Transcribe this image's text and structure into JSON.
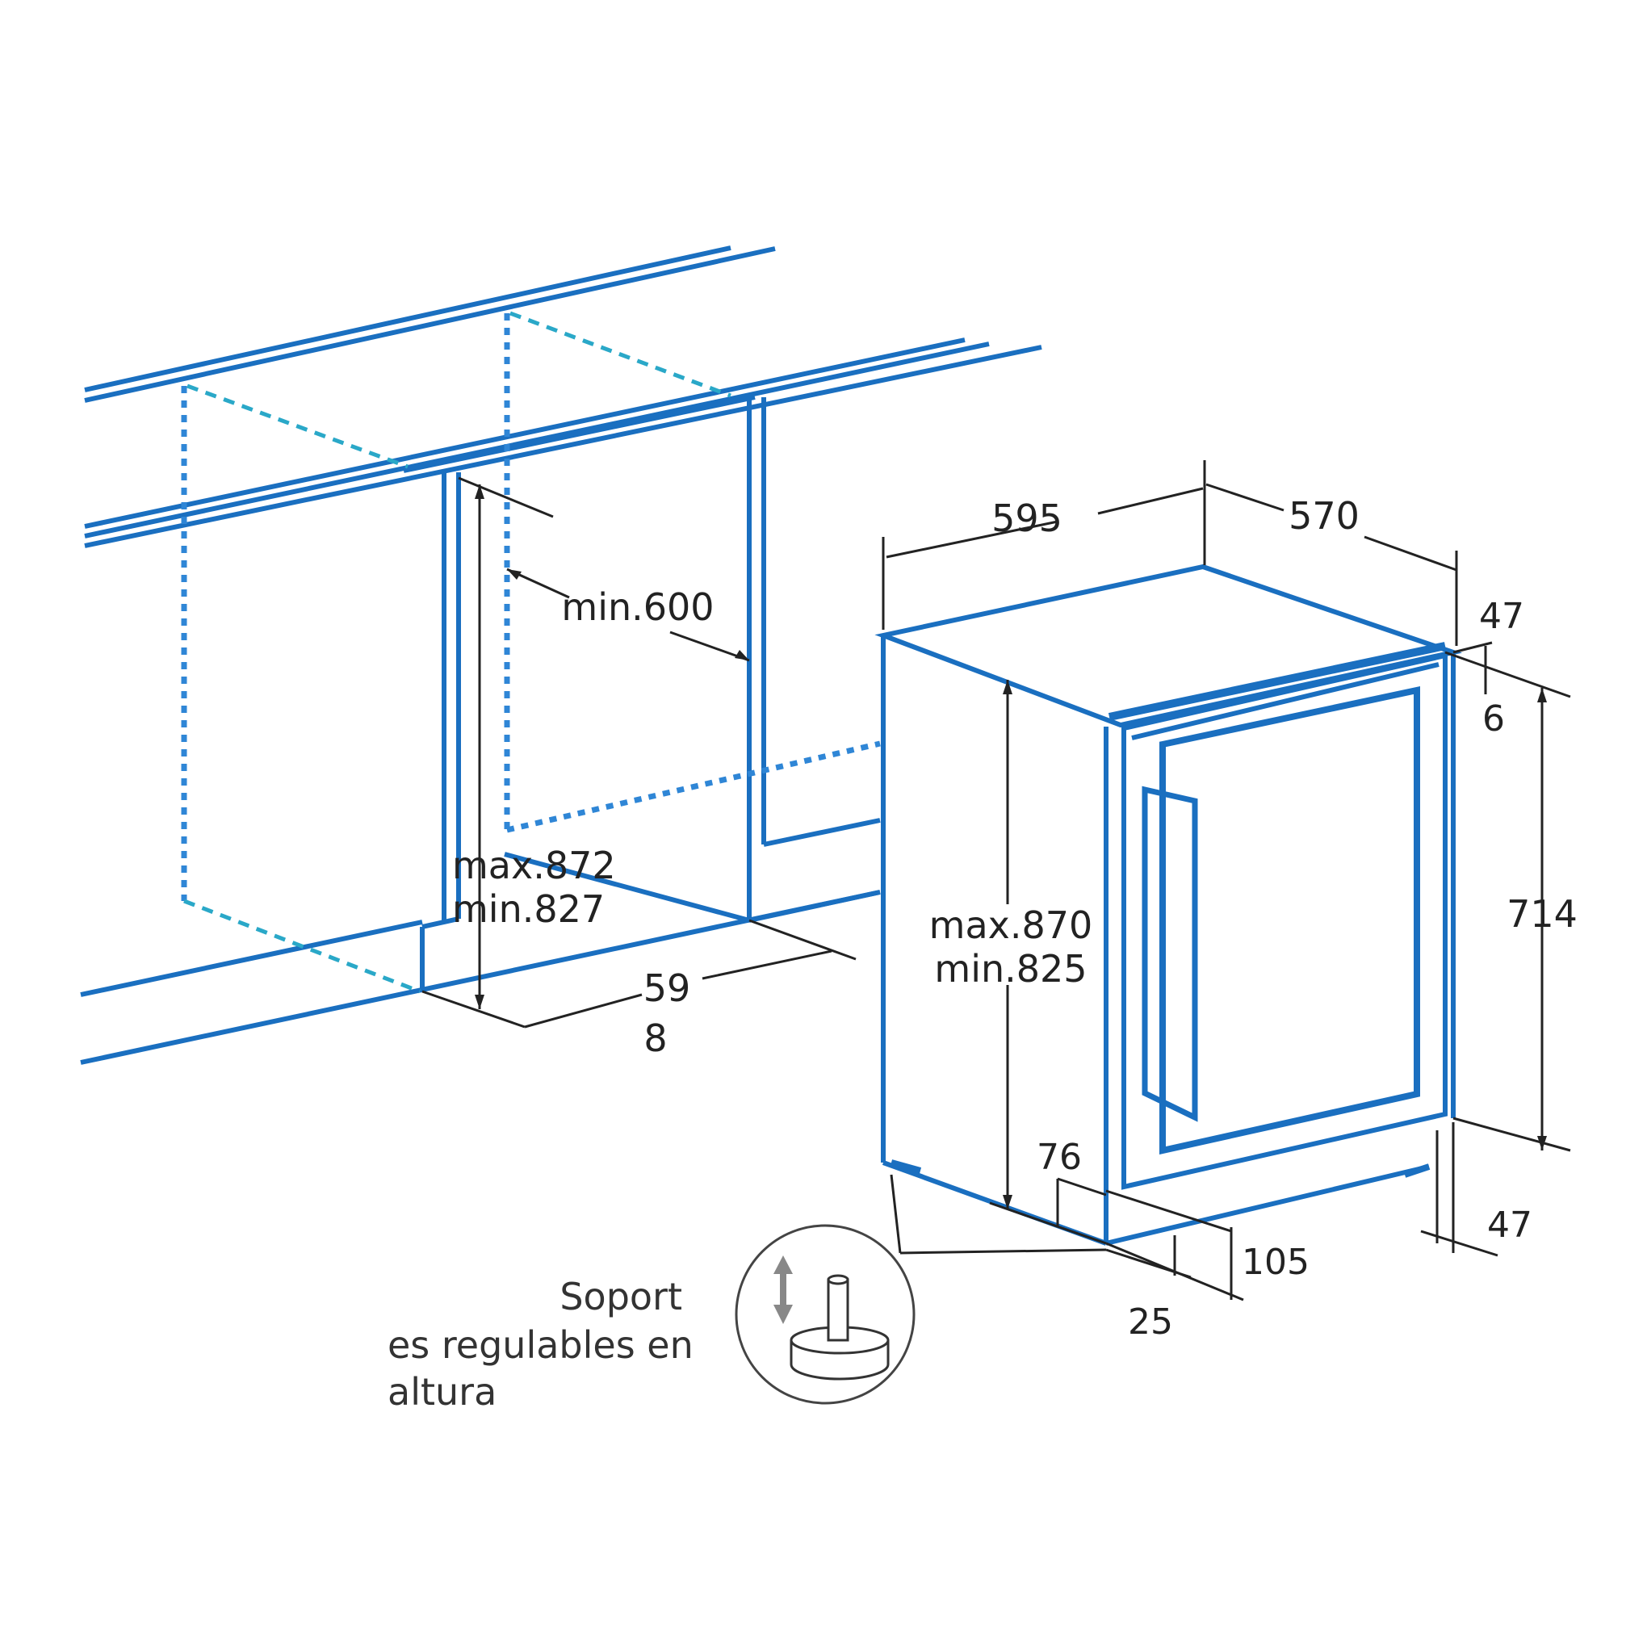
{
  "colors": {
    "outline": "#1a6fc0",
    "outline_dashed": "#2f86d6",
    "accent_teal": "#2aa8c8",
    "dimension": "#222222",
    "background": "#ffffff"
  },
  "dimensions": {
    "cabinet_width": "595",
    "cabinet_depth": "570",
    "door_offset_top": "47",
    "door_gap": "6",
    "cabinet_height": "714",
    "niche_depth": "min.600",
    "niche_height_max": "max.872",
    "niche_height_min": "min.827",
    "plinth_width_a": "59",
    "plinth_width_b": "8",
    "unit_height_max": "max.870",
    "unit_height_min": "min.825",
    "foot_setback": "76",
    "plinth_height": "105",
    "foot_height": "25",
    "rear_offset": "47"
  },
  "caption": {
    "line1": "Soport",
    "line2": "es  regulables en",
    "line3": "altura"
  },
  "icons": {
    "adjustable_foot": "adjustable-foot-icon",
    "height_arrow": "up-down-arrow-icon"
  }
}
